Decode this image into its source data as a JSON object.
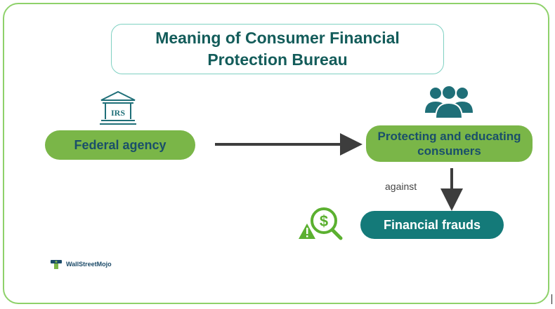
{
  "title": "Meaning of Consumer Financial Protection Bureau",
  "nodes": {
    "federal_agency": "Federal agency",
    "protecting": "Protecting and educating consumers",
    "financial_frauds": "Financial frauds"
  },
  "edge_label_against": "against",
  "icons": {
    "building_label": "IRS",
    "building": "government-building-icon",
    "people": "people-group-icon",
    "fraud": "dollar-magnifier-warning-icon"
  },
  "brand": "WallStreetMojo",
  "colors": {
    "border": "#8ed16a",
    "title_text": "#135c5a",
    "green_pill": "#7ab648",
    "teal_pill": "#147a79",
    "arrow": "#3d3d3d",
    "icon_teal": "#1f6f78",
    "icon_green": "#5bb030"
  }
}
